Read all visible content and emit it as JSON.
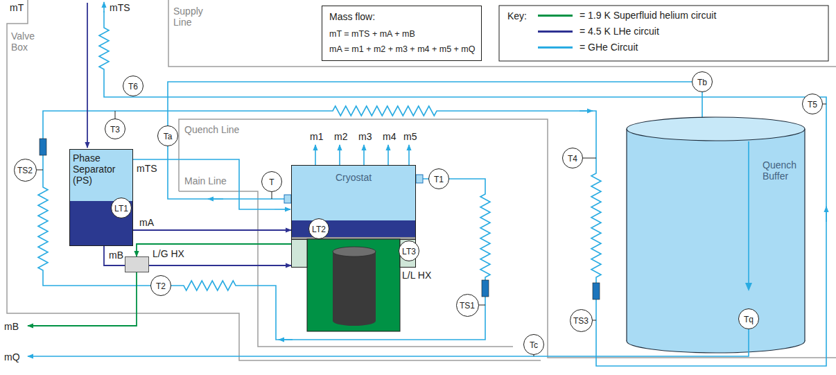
{
  "diagram": {
    "nodes": [
      {
        "text": [
          "Mass flow:",
          "mT = mTS + mA + mB",
          "mA = m1 + m2 + m3 + m4 + m5 + mQ"
        ]
      },
      {
        "text": [
          "T6"
        ]
      },
      {
        "text": [
          "T3"
        ]
      },
      {
        "text": [
          "Ta"
        ]
      },
      {
        "text": [
          "Tb"
        ]
      },
      {
        "text": [
          "T5"
        ]
      },
      {
        "text": [
          "Phase Separator (PS)"
        ]
      },
      {
        "text": [
          "LT1"
        ],
        "in": 6
      },
      {
        "text": [
          "T4"
        ]
      },
      {
        "text": [
          "Cryostat"
        ]
      },
      {
        "text": [
          "LT2"
        ],
        "in": 9
      },
      {
        "text": [
          "T"
        ]
      },
      {
        "text": [
          "T1"
        ]
      },
      {
        "text": [
          "L/L HX"
        ]
      },
      {
        "text": [
          "LT3"
        ],
        "in": 13
      },
      {
        "text": [
          "L/G HX"
        ]
      },
      {
        "text": [
          "TS2"
        ]
      },
      {
        "text": [
          "T2"
        ]
      },
      {
        "text": [
          "TS1"
        ]
      },
      {
        "text": [
          "TS3"
        ]
      },
      {
        "text": [
          "Quench Buffer"
        ]
      },
      {
        "text": [
          "Tq"
        ],
        "in": 20
      },
      {
        "text": [
          "Tc"
        ]
      }
    ],
    "edges": [
      {
        "from": 6,
        "to": 9,
        "arrow": "to",
        "label": "mA"
      },
      {
        "from": 6,
        "to": 15,
        "arrow": "none",
        "label": "mB"
      },
      {
        "from": 15,
        "to": 13,
        "arrow": "to"
      },
      {
        "from": 13,
        "to": 15,
        "arrow": "to"
      }
    ],
    "labels": [
      "mT",
      "mTS",
      "Supply Line",
      "Valve Box",
      "Key:",
      "mTS",
      "Quench Line",
      "Main Line",
      "m1",
      "m2",
      "m3",
      "m4",
      "m5",
      "mB",
      "mQ"
    ],
    "legend": [
      {
        "text": "= 1.9 K Superfluid helium circuit",
        "color": "#009245"
      },
      {
        "text": "= 4.5 K LHe circuit",
        "color": "#2e3192"
      },
      {
        "text": "= GHe Circuit",
        "color": "#29abe2"
      }
    ]
  }
}
